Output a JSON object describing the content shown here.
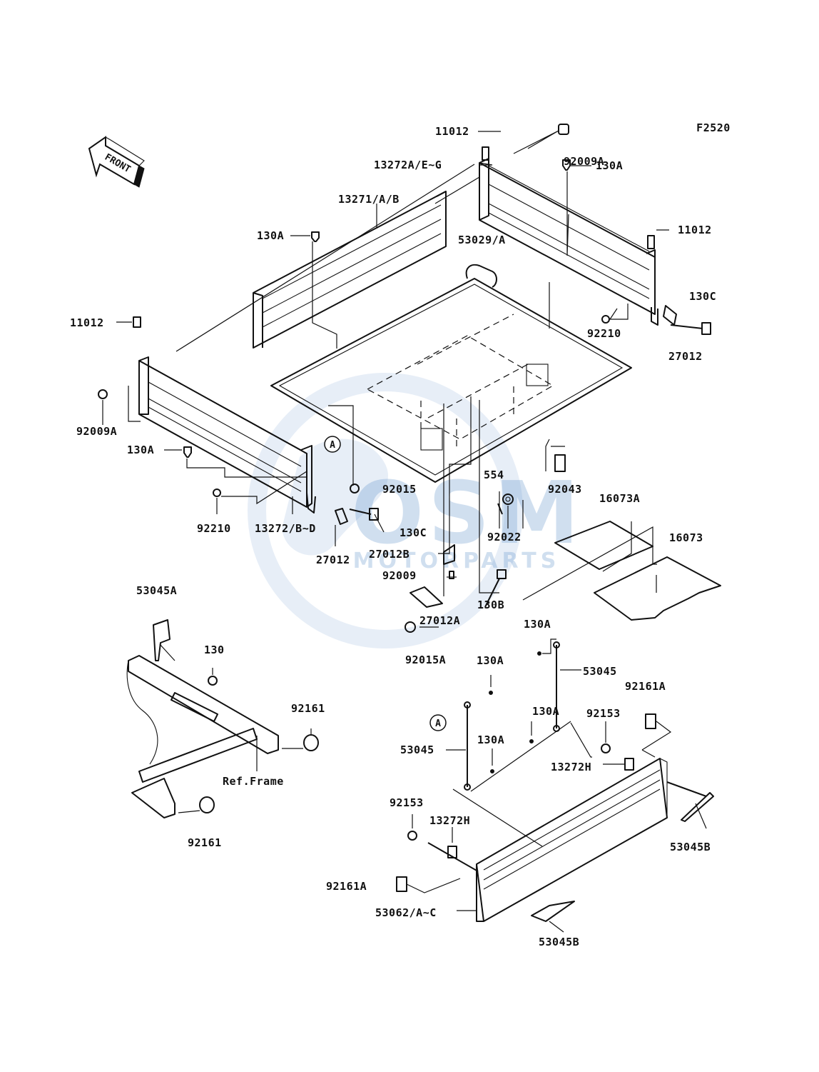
{
  "figure_code": "F2520",
  "front_arrow": "FRONT",
  "watermark": {
    "brand": "OSM",
    "subtitle": "MOTORPARTS",
    "color": "#5b8fc9"
  },
  "callout_letter": "A",
  "labels": {
    "l11012_top": "11012",
    "l92009A_top": "92009A",
    "l13272A": "13272A/E~G",
    "l130A_right": "130A",
    "l13271": "13271/A/B",
    "l11012_right": "11012",
    "l130A_left": "130A",
    "l53029": "53029/A",
    "l130C_right": "130C",
    "l92210_right": "92210",
    "l27012_right": "27012",
    "l11012_left": "11012",
    "l92009A_left": "92009A",
    "l130A_mid": "130A",
    "l92015": "92015",
    "l554": "554",
    "l92043": "92043",
    "l16073A": "16073A",
    "l16073": "16073",
    "l92210_left": "92210",
    "l13272BD": "13272/B~D",
    "l130C_left": "130C",
    "l92022": "92022",
    "l27012_left": "27012",
    "l27012B": "27012B",
    "l92009": "92009",
    "l53045A": "53045A",
    "l130B": "130B",
    "l130": "130",
    "l27012A": "27012A",
    "l92015A": "92015A",
    "l130A_a": "130A",
    "l53045_a": "53045",
    "l130A_b": "130A",
    "l92161A_a": "92161A",
    "l92161_a": "92161",
    "l130A_c": "130A",
    "l92153_a": "92153",
    "l53045_b": "53045",
    "l130A_d": "130A",
    "l13272H_a": "13272H",
    "l_ref": "Ref.Frame",
    "l92153_b": "92153",
    "l13272H_b": "13272H",
    "l53045B_a": "53045B",
    "l92161_b": "92161",
    "l92161A_b": "92161A",
    "l53062": "53062/A~C",
    "l53045B_b": "53045B"
  }
}
